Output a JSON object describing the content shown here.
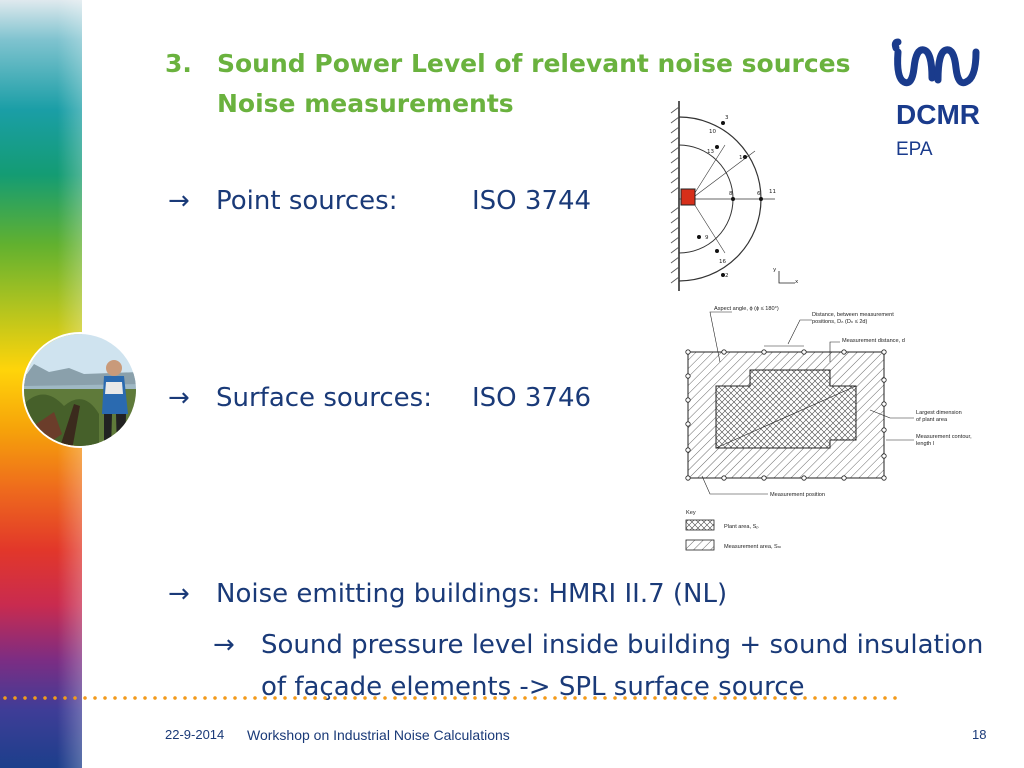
{
  "slide": {
    "title_number": "3.",
    "title_line1": "Sound Power Level of relevant noise sources",
    "title_line2": "Noise measurements",
    "logo_text": "DCMR",
    "logo_sub": "EPA",
    "bullets": [
      {
        "arrow": "→",
        "label": "Point sources:",
        "value": "ISO 3744"
      },
      {
        "arrow": "→",
        "label": "Surface sources:",
        "value": "ISO 3746"
      },
      {
        "arrow": "→",
        "label": "Noise emitting buildings:  HMRI II.7 (NL)",
        "value": ""
      }
    ],
    "sub_bullet": {
      "arrow": "→",
      "text": "Sound pressure level inside building + sound insulation of façade elements -> SPL surface source"
    },
    "footer": {
      "date": "22-9-2014",
      "event": "Workshop on Industrial Noise Calculations",
      "page": "18"
    },
    "colors": {
      "title": "#6ab23e",
      "text": "#1a3a78",
      "dots": "#f39a1b",
      "logo": "#1a3b8c"
    }
  },
  "figure_iso3746": {
    "labels": {
      "aspect": "Aspect angle, ϕ (ϕ ≤ 180°)",
      "distance1": "Distance, between measurement",
      "distance2": "positions, Dₙ (Dₙ ≤ 2d)",
      "meas_dist": "Measurement distance, d",
      "largest1": "Largest dimension",
      "largest2": "of plant area",
      "contour1": "Measurement contour,",
      "contour2": "length l",
      "meas_pos": "Measurement position",
      "key": "Key",
      "plant": "Plant area, Sₚ",
      "meas_area": "Measurement area, Sₘ"
    }
  },
  "figure_iso3744": {
    "labels": [
      "3",
      "10",
      "13",
      "9",
      "8",
      "6",
      "11",
      "16",
      "2",
      "14",
      "y",
      "x"
    ]
  }
}
